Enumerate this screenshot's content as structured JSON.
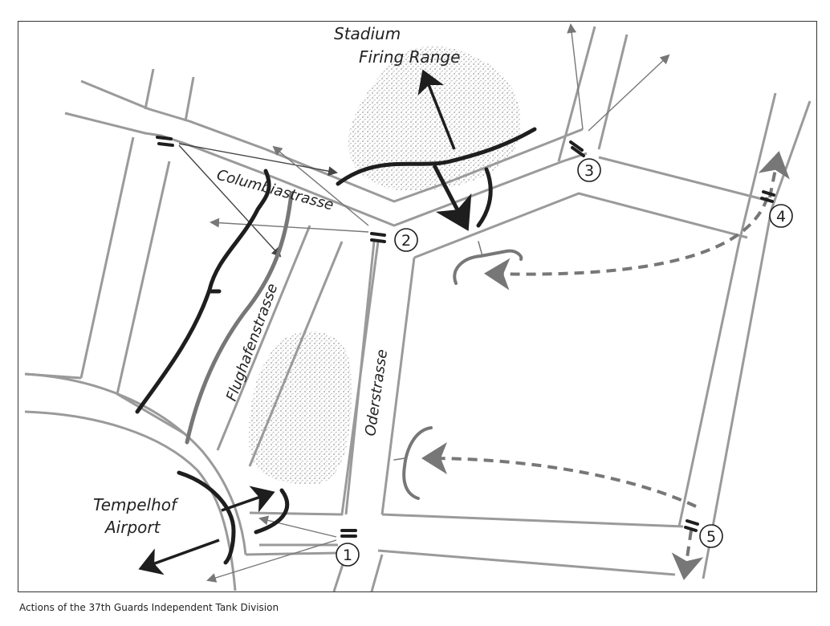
{
  "caption": "Actions of the 37th Guards Independent Tank Division",
  "labels": {
    "stadium": "Stadium",
    "firing_range": "Firing Range",
    "columbiastrasse": "Columbiastrasse",
    "flughafenstrasse": "Flughafenstrasse",
    "oderstrasse": "Oderstrasse",
    "tempelhof": "Tempelhof",
    "airport": "Airport"
  },
  "positions": [
    "1",
    "2",
    "3",
    "4",
    "5"
  ],
  "colors": {
    "road_edge": "#9a9a9a",
    "road_fill": "#f3f3f3",
    "dark_line": "#1e1e1e",
    "grey_line": "#777777",
    "stipple": "#bbbbbb"
  }
}
